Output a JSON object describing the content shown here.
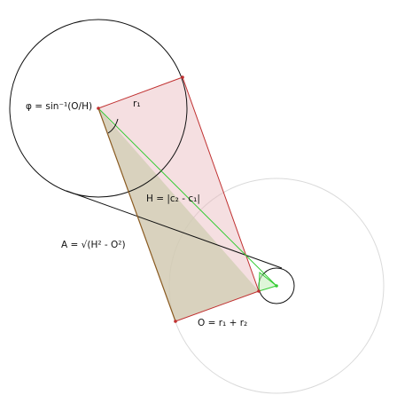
{
  "diagram": {
    "labels": {
      "angle": "φ = sin⁻¹(O/H)",
      "radius": "r₁",
      "hypotenuse": "H = |c₂ - c₁|",
      "adjacent": "A = √(H² - O²)",
      "opposite": "O = r₁ + r₂"
    },
    "colors": {
      "circle": "#111111",
      "guide_circle": "#d8d8d8",
      "red": "#c03030",
      "green": "#33cc33",
      "olive": "#8a6a20",
      "red_fill": "#e8b8bc",
      "olive_fill": "#d4d2b8"
    }
  }
}
